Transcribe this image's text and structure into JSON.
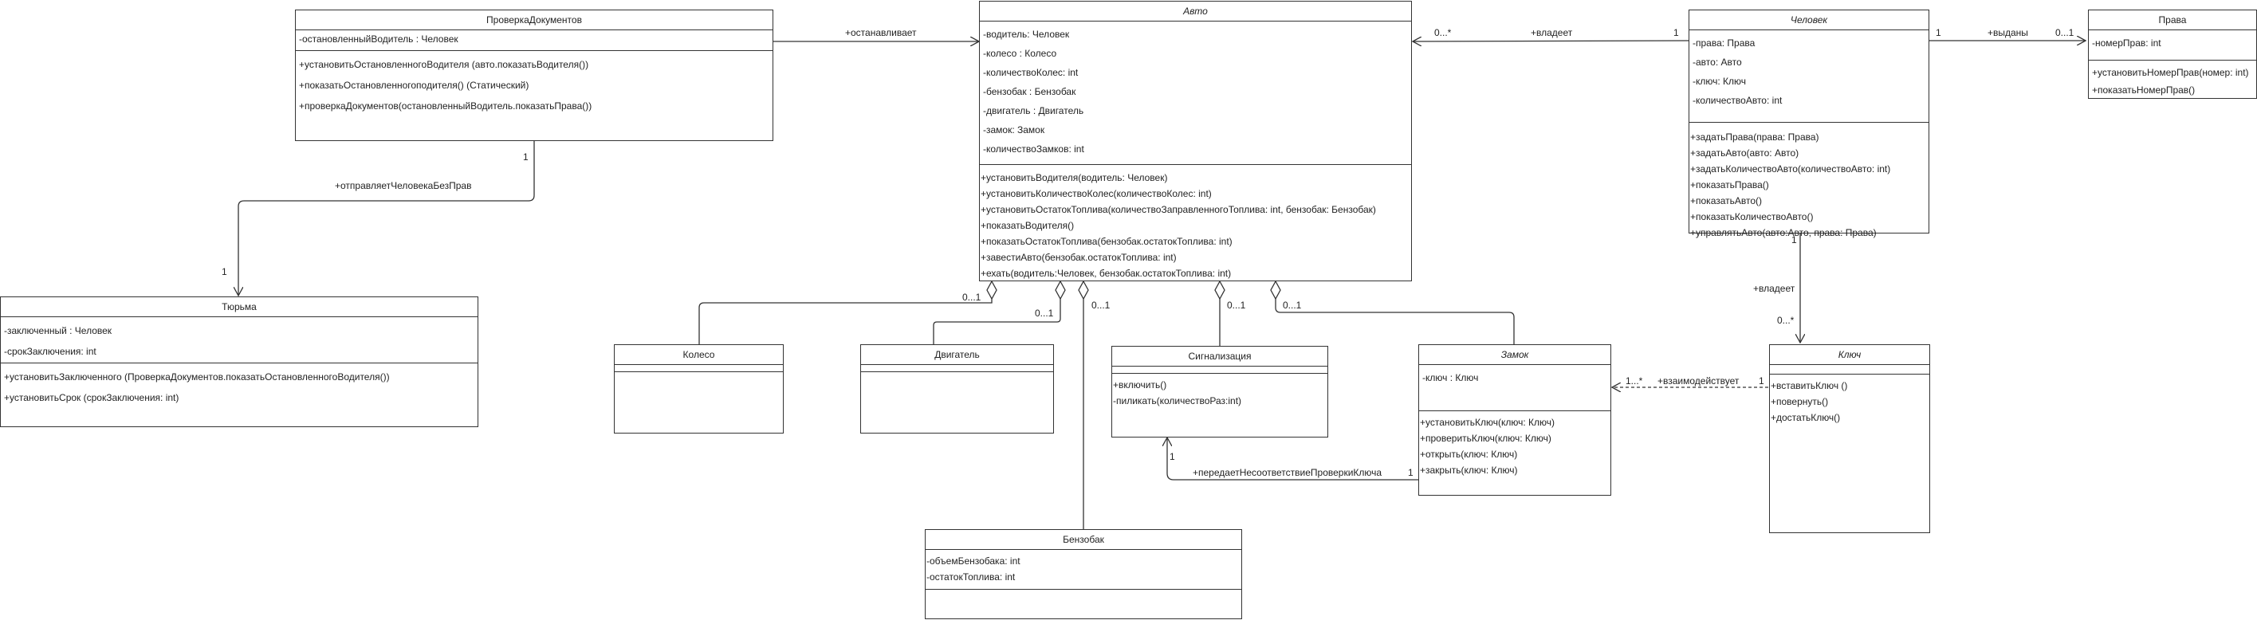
{
  "classes": {
    "proverka": {
      "name": "ПроверкаДокументов",
      "attrs": [
        "-остановленныйВодитель : Человек"
      ],
      "ops": [
        "+установитьОстановленногоВодителя (авто.показатьВодителя())",
        "+показатьОстановленногоподителя() (Статический)",
        "+проверкаДокументов(остановленныйВодитель.показатьПрава())"
      ]
    },
    "avto": {
      "name": "Авто",
      "attrs": [
        "-водитель: Человек",
        "-колесо : Колесо",
        "-количествоКолес: int",
        "-бензобак : Бензобак",
        "-двигатель : Двигатель",
        "-замок: Замок",
        "-количествоЗамков: int"
      ],
      "ops": [
        "+установитьВодителя(водитель: Человек)",
        "+установитьКоличествоКолес(количествоКолес: int)",
        "+установитьОстатокТоплива(количествоЗаправленногоТоплива: int, бензобак: Бензобак)",
        "+показатьВодителя()",
        "+показатьОстатокТоплива(бензобак.остатокТоплива: int)",
        "+завестиАвто(бензобак.остатокТоплива: int)",
        "+ехать(водитель:Человек, бензобак.остатокТоплива: int)"
      ]
    },
    "chelovek": {
      "name": "Человек",
      "attrs": [
        "-права: Права",
        "-авто: Авто",
        "-ключ: Ключ",
        "-количествоАвто: int"
      ],
      "ops": [
        "+задатьПрава(права: Права)",
        "+задатьАвто(авто: Авто)",
        "+задатьКоличествоАвто(количествоАвто: int)",
        "+показатьПрава()",
        "+показатьАвто()",
        "+показатьКоличествоАвто()",
        "+управлятьАвто(авто:Авто, права: Права)"
      ]
    },
    "prava": {
      "name": "Права",
      "attrs": [
        "-номерПрав: int"
      ],
      "ops": [
        "+установитьНомерПрав(номер: int)",
        "+показатьНомерПрав()"
      ]
    },
    "tyurma": {
      "name": "Тюрьма",
      "attrs": [
        "-заключенный : Человек",
        "-срокЗаключения: int"
      ],
      "ops": [
        "+установитьЗаключенного (ПроверкаДокументов.показатьОстановленногоВодителя())",
        "+установитьСрок (срокЗаключения: int)"
      ]
    },
    "koleso": {
      "name": "Колесо",
      "attrs": [],
      "ops": []
    },
    "dvigatel": {
      "name": "Двигатель",
      "attrs": [],
      "ops": []
    },
    "signal": {
      "name": "Сигнализация",
      "attrs": [],
      "ops": [
        "+включить()",
        "-пиликать(количествоРаз:int)"
      ]
    },
    "zamok": {
      "name": "Замок",
      "attrs": [
        "-ключ : Ключ"
      ],
      "ops": [
        "+установитьКлюч(ключ: Ключ)",
        "+проверитьКлюч(ключ: Ключ)",
        "+открыть(ключ: Ключ)",
        "+закрыть(ключ: Ключ)"
      ]
    },
    "klyuch": {
      "name": "Ключ",
      "attrs": [],
      "ops": [
        "+вставитьКлюч ()",
        "+повернуть()",
        "+достатьКлюч()"
      ]
    },
    "benzobak": {
      "name": "Бензобак",
      "attrs": [
        "-объемБензобака: int",
        "-остатокТоплива: int"
      ],
      "ops": []
    }
  },
  "labels": {
    "ostanavlivaet": "+останавливает",
    "vladeet1": "+владеет",
    "m_vladeet1_left": "0...*",
    "m_vladeet1_right": "1",
    "vydany": "+выданы",
    "m_vydany_left": "1",
    "m_vydany_right": "0...1",
    "otpravlyaet": "+отправляетЧеловекаБезПрав",
    "m_otpr_top": "1",
    "m_otpr_bottom": "1",
    "vladeet2": "+владеет",
    "m_vladeet2_top": "1",
    "m_vladeet2_bottom": "0...*",
    "vzaimod": "+взаимодействует",
    "m_vzaimod_left": "1...*",
    "m_vzaimod_right": "1",
    "peredaet": "+передаетНесоответствиеПроверкиКлюча",
    "m_peredaet_left": "1",
    "m_peredaet_right": "1",
    "m_koleso": "0...1",
    "m_dvigatel": "0...1",
    "m_benzobak": "0...1",
    "m_signal": "0...1",
    "m_zamok": "0...1"
  }
}
